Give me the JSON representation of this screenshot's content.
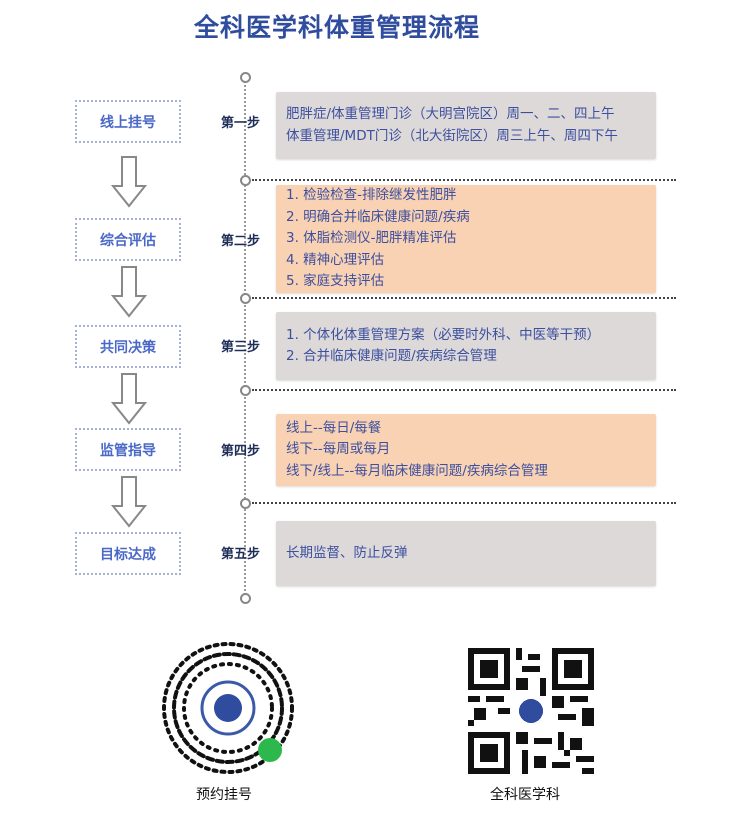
{
  "title": "全科医学科体重管理流程",
  "left_steps": [
    "线上挂号",
    "综合评估",
    "共同决策",
    "监管指导",
    "目标达成"
  ],
  "steps": [
    {
      "label": "第一步",
      "lines": [
        "肥胖症/体重管理门诊（大明宫院区）周一、二、四上午",
        "体重管理/MDT门诊（北大街院区）周三上午、周四下午"
      ]
    },
    {
      "label": "第二步",
      "lines": [
        "1. 检验检查-排除继发性肥胖",
        "2. 明确合并临床健康问题/疾病",
        "3. 体脂检测仪-肥胖精准评估",
        "4. 精神心理评估",
        "5. 家庭支持评估"
      ]
    },
    {
      "label": "第三步",
      "lines": [
        "1. 个体化体重管理方案（必要时外科、中医等干预）",
        "2. 合并临床健康问题/疾病综合管理"
      ]
    },
    {
      "label": "第四步",
      "lines": [
        "线上--每日/每餐",
        "线下--每周或每月",
        "线下/线上--每月临床健康问题/疾病综合管理"
      ]
    },
    {
      "label": "第五步",
      "lines": [
        "长期监督、防止反弹"
      ]
    }
  ],
  "qr": {
    "left_caption": "预约挂号",
    "right_caption": "全科医学科"
  },
  "colors": {
    "title": "#2f4c9e",
    "grey_box": "#dcd9d8",
    "peach_box": "#f8d2b2"
  }
}
